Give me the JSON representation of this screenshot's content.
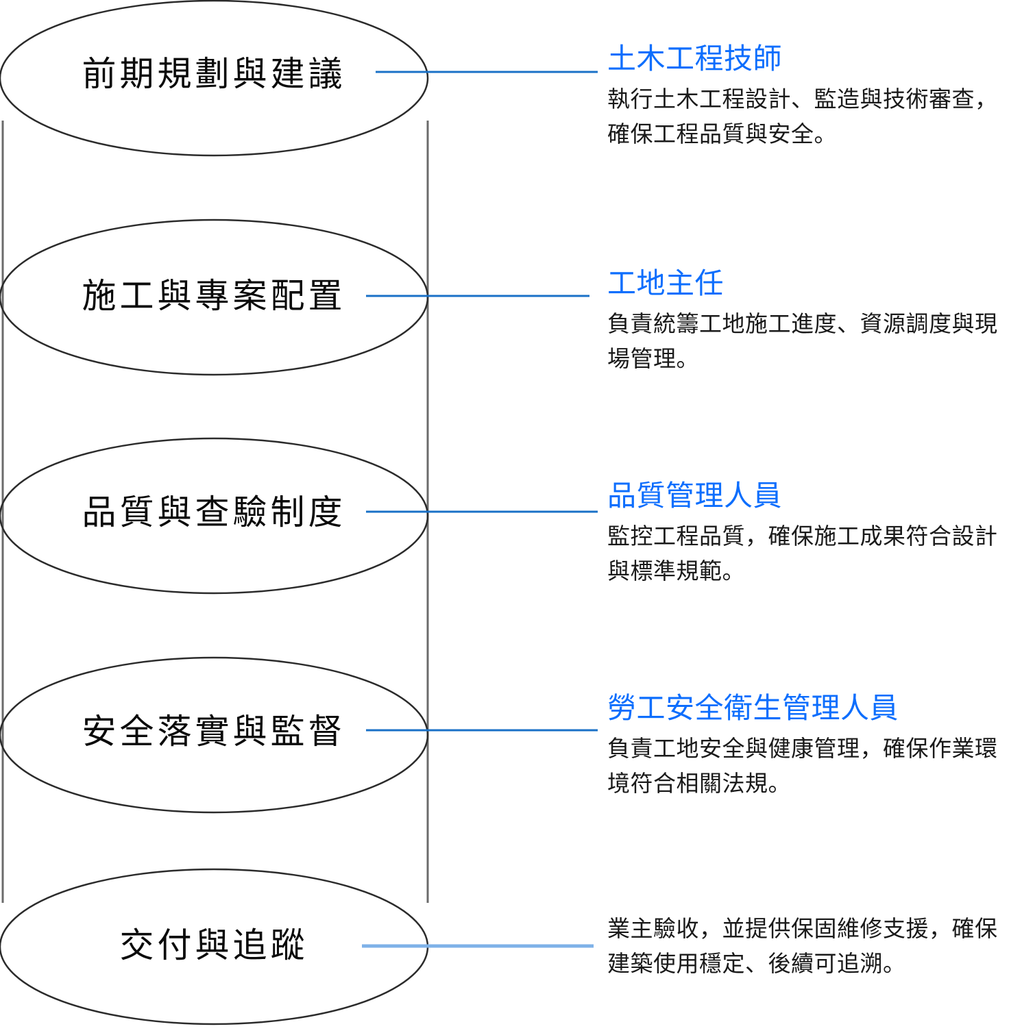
{
  "diagram": {
    "type": "process-flow",
    "orientation": "vertical",
    "accent_color": "#0d6efd",
    "connector_color": "#1a71c7",
    "connector_color_last": "#7fb2e8",
    "ellipse_stroke_color": "#2b2b2b",
    "spine_color": "#6b6b6b",
    "background_color": "#ffffff",
    "body_text_color": "#1a1a1a"
  },
  "stages": [
    {
      "id": "stage-1",
      "label": "前期規劃與建議",
      "role_title": "土木工程技師",
      "role_desc": "執行土木工程設計、監造與技術審查，確保工程品質與安全。"
    },
    {
      "id": "stage-2",
      "label": "施工與專案配置",
      "role_title": "工地主任",
      "role_desc": "負責統籌工地施工進度、資源調度與現場管理。"
    },
    {
      "id": "stage-3",
      "label": "品質與查驗制度",
      "role_title": "品質管理人員",
      "role_desc": "監控工程品質，確保施工成果符合設計與標準規範。"
    },
    {
      "id": "stage-4",
      "label": "安全落實與監督",
      "role_title": "勞工安全衛生管理人員",
      "role_desc": "負責工地安全與健康管理，確保作業環境符合相關法規。"
    },
    {
      "id": "stage-5",
      "label": "交付與追蹤",
      "role_title": "",
      "role_desc": "業主驗收，並提供保固維修支援，確保建築使用穩定、後續可追溯。"
    }
  ]
}
